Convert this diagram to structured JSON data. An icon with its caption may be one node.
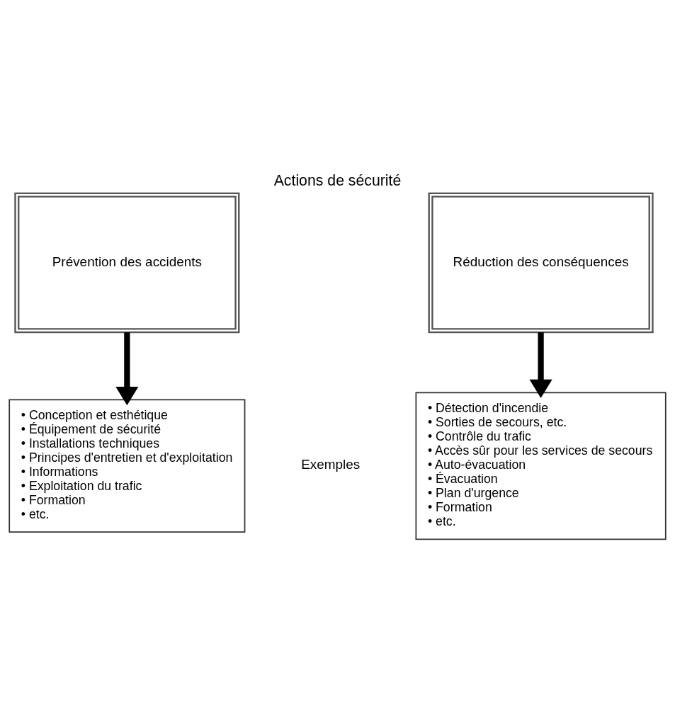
{
  "diagram": {
    "title": "Actions de sécurité",
    "nodes": [
      {
        "text": [
          "Prévention des accidents"
        ]
      },
      {
        "text": [
          "Réduction des conséquences"
        ]
      },
      {
        "text": [
          "• Conception et esthétique",
          "• Équipement de sécurité",
          "• Installations techniques",
          "• Principes d'entretien et d'exploitation",
          "• Informations",
          "• Exploitation du trafic",
          "• Formation",
          "• etc."
        ]
      },
      {
        "text": [
          "• Détection d'incendie",
          "• Sorties de secours, etc.",
          "• Contrôle du trafic",
          "• Accès sûr pour les services de secours",
          "• Auto-évacuation",
          "• Évacuation",
          "• Plan d'urgence",
          "• Formation",
          "• etc."
        ]
      }
    ],
    "edges": [
      {
        "from": 0,
        "to": 2,
        "arrow": "to"
      },
      {
        "from": 1,
        "to": 3,
        "arrow": "to"
      }
    ],
    "labels": [
      "Exemples"
    ]
  }
}
